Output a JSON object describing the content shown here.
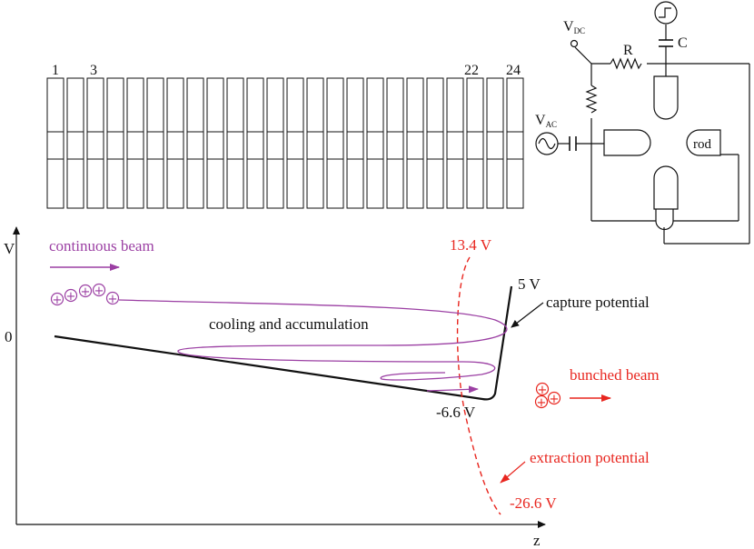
{
  "electrodes": {
    "count": 24,
    "labels": [
      "1",
      "3",
      "22",
      "24"
    ]
  },
  "circuit": {
    "vdc_main": "V",
    "vdc_sub": "DC",
    "vac_main": "V",
    "vac_sub": "AC",
    "resistor_label": "R",
    "capacitor_label": "C",
    "rod_label": "rod"
  },
  "plot": {
    "y_axis_label": "V",
    "x_axis_label": "z",
    "zero_label": "0"
  },
  "labels": {
    "continuous_beam": "continuous beam",
    "cooling": "cooling and accumulation",
    "capture_potential": "capture potential",
    "bunched_beam": "bunched beam",
    "extraction_potential": "extraction potential"
  },
  "voltages": {
    "v_high": "13.4 V",
    "v_cap": "5 V",
    "v_min": "-6.6 V",
    "v_low": "-26.6 V"
  },
  "ion_symbol": "+",
  "colors": {
    "purple": "#9b3fa3",
    "red": "#e8261f",
    "black": "#111111"
  }
}
